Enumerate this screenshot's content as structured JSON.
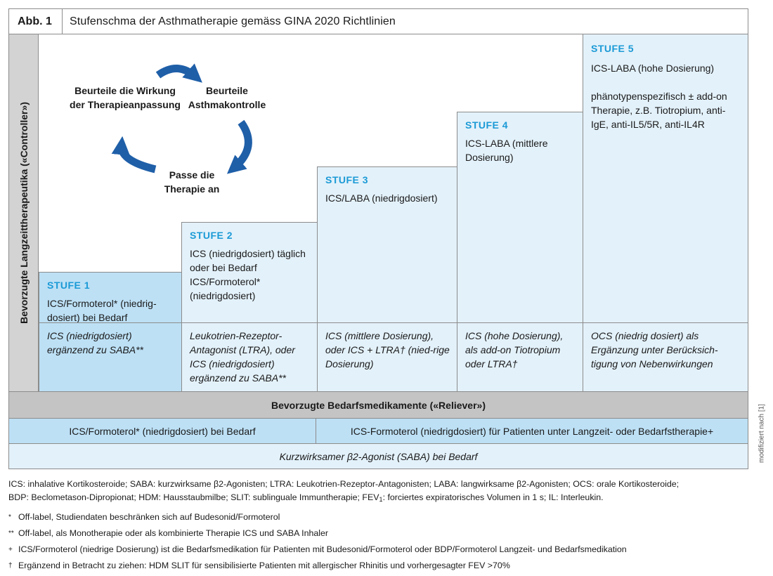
{
  "figure": {
    "label": "Abb. 1",
    "title": "Stufenschma der Asthmatherapie gemäss GINA 2020 Richtlinien"
  },
  "controller": {
    "side_label": "Bevorzugte Langzeittherapeutika («Controller»)",
    "cycle": {
      "assess_effect": "Beurteile die Wirkung der Therapieanpassung",
      "assess_control": "Beurteile Asthmakontrolle",
      "adjust": "Passe die Therapie an",
      "arrow_icon": "curved-arrow-icon"
    },
    "steps": [
      {
        "name": "STUFE 1",
        "paragraphs": [
          "ICS/Formoterol* (niedrig-dosiert) bei Bedarf"
        ],
        "alternative": "ICS (niedrigdosiert) ergänzend zu SABA**"
      },
      {
        "name": "STUFE 2",
        "paragraphs": [
          "ICS (niedrigdosiert) täglich oder bei Bedarf ICS/Formoterol* (niedrigdosiert)"
        ],
        "alternative": "Leukotrien-Rezeptor-Antagonist (LTRA), oder ICS (niedrigdosiert) ergänzend zu SABA**"
      },
      {
        "name": "STUFE 3",
        "paragraphs": [
          "ICS/LABA (niedrigdosiert)"
        ],
        "alternative": "ICS (mittlere Dosierung), oder ICS + LTRA† (nied-rige Dosierung)"
      },
      {
        "name": "STUFE 4",
        "paragraphs": [
          "ICS-LABA (mittlere Dosierung)"
        ],
        "alternative": "ICS (hohe Dosierung), als add-on Tiotropium oder LTRA†"
      },
      {
        "name": "STUFE 5",
        "paragraphs": [
          "ICS-LABA (hohe Dosierung)",
          "phänotypenspezifisch ± add-on Therapie, z.B. Tiotropium, anti-IgE, anti-IL5/5R, anti-IL4R"
        ],
        "alternative": "OCS (niedrig dosiert) als Ergänzung unter Berücksich-tigung von Nebenwirkungen"
      }
    ]
  },
  "reliever": {
    "header": "Bevorzugte Bedarfsmedikamente («Reliever»)",
    "row1_left": "ICS/Formoterol* (niedrigdosiert) bei Bedarf",
    "row1_right": "ICS-Formoterol (niedrigdosiert) für Patienten unter Langzeit- oder Bedarfstherapie+",
    "row2": "Kurzwirksamer β2-Agonist (SABA) bei Bedarf"
  },
  "side_credit": "modifiziert nach [1]",
  "notes": {
    "abbreviations_1": "ICS: inhalative Kortikosteroide; SABA: kurzwirksame β2-Agonisten; LTRA: Leukotrien-Rezeptor-Antagonisten; LABA: langwirksame β2-Agonisten; OCS: orale Kortikosteroide;",
    "abbreviations_2a": "BDP: Beclometason-Dipropionat; HDM: Hausstaubmilbe; SLIT: sublinguale Immuntherapie; FEV",
    "abbreviations_2_sub": "1",
    "abbreviations_2b": ": forciertes expiratorisches Volumen in 1 s; IL: Interleukin.",
    "footnotes": [
      {
        "mark": "*",
        "text": "Off-label, Studiendaten beschränken sich auf Budesonid/Formoterol"
      },
      {
        "mark": "**",
        "text": "Off-label, als Monotherapie oder als kombinierte Therapie ICS und SABA Inhaler"
      },
      {
        "mark": "+",
        "text": "ICS/Formoterol (niedrige Dosierung) ist die Bedarfsmedikation für Patienten mit Budesonid/Formoterol oder BDP/Formoterol Langzeit- und Bedarfsmedikation"
      },
      {
        "mark": "†",
        "text": "Ergänzend in Betracht zu ziehen: HDM SLIT für sensibilisierte Patienten mit allergischer Rhinitis und vorhergesagter FEV >70%"
      }
    ]
  },
  "colors": {
    "step_light": "#e3f1fa",
    "step_mid": "#bde0f5",
    "header_grey": "#c4c4c4",
    "label_grey": "#d3d3d3",
    "step_title_blue": "#1b9ad6",
    "arrow_blue": "#1f5fa8"
  }
}
